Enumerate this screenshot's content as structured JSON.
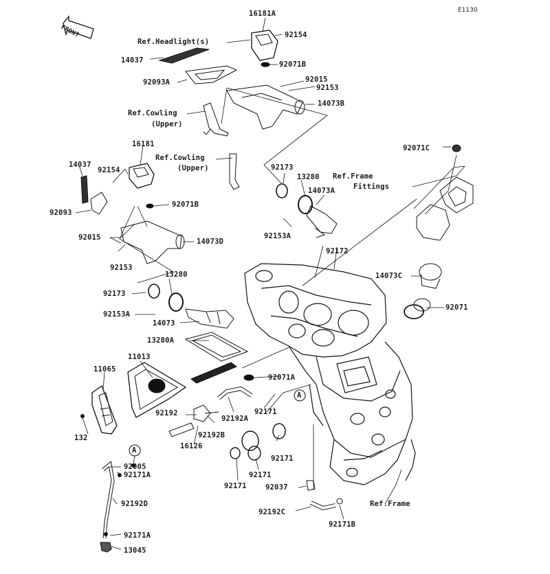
{
  "diagram_code": "E1130",
  "front_label": "FRONT",
  "parts": {
    "p16181A": "16181A",
    "p92154_top": "92154",
    "ref_headlight": "Ref.Headlight(s)",
    "p14037_top": "14037",
    "p92071B_top": "92071B",
    "p92093A": "92093A",
    "p92015_top": "92015",
    "p92153_top": "92153",
    "p14073B": "14073B",
    "ref_cowling_1a": "Ref.Cowling",
    "ref_cowling_1b": "(Upper)",
    "p16181": "16181",
    "p14037_left": "14037",
    "p92154_left": "92154",
    "ref_cowling_2a": "Ref.Cowling",
    "ref_cowling_2b": "(Upper)",
    "p92093": "92093",
    "p92071B_left": "92071B",
    "p92015_left": "92015",
    "p14073D": "14073D",
    "p92153_left": "92153",
    "p92071C": "92071C",
    "p92173_top": "92173",
    "p13280_top": "13280",
    "ref_frame_fittings_a": "Ref.Frame",
    "ref_frame_fittings_b": "Fittings",
    "p14073A": "14073A",
    "p92153A_top": "92153A",
    "p92172": "92172",
    "p13280_mid": "13280",
    "p92173_mid": "92173",
    "p14073C": "14073C",
    "p92153A_mid": "92153A",
    "p92071": "92071",
    "p14073": "14073",
    "p13280A": "13280A",
    "p11013": "11013",
    "p11065": "11065",
    "p92071A": "92071A",
    "marker_A_mid": "A",
    "p92192": "92192",
    "p92192A": "92192A",
    "p92171_a": "92171",
    "p92192B": "92192B",
    "p16126": "16126",
    "p132": "132",
    "p92171_b": "92171",
    "p92171_c": "92171",
    "p92171_d": "92171",
    "marker_A_bot": "A",
    "p92005": "92005",
    "p92171A_a": "92171A",
    "p92037": "92037",
    "p92192D": "92192D",
    "ref_frame": "Ref.Frame",
    "p92192C": "92192C",
    "p92171B": "92171B",
    "p92171A_b": "92171A",
    "p13045": "13045"
  }
}
